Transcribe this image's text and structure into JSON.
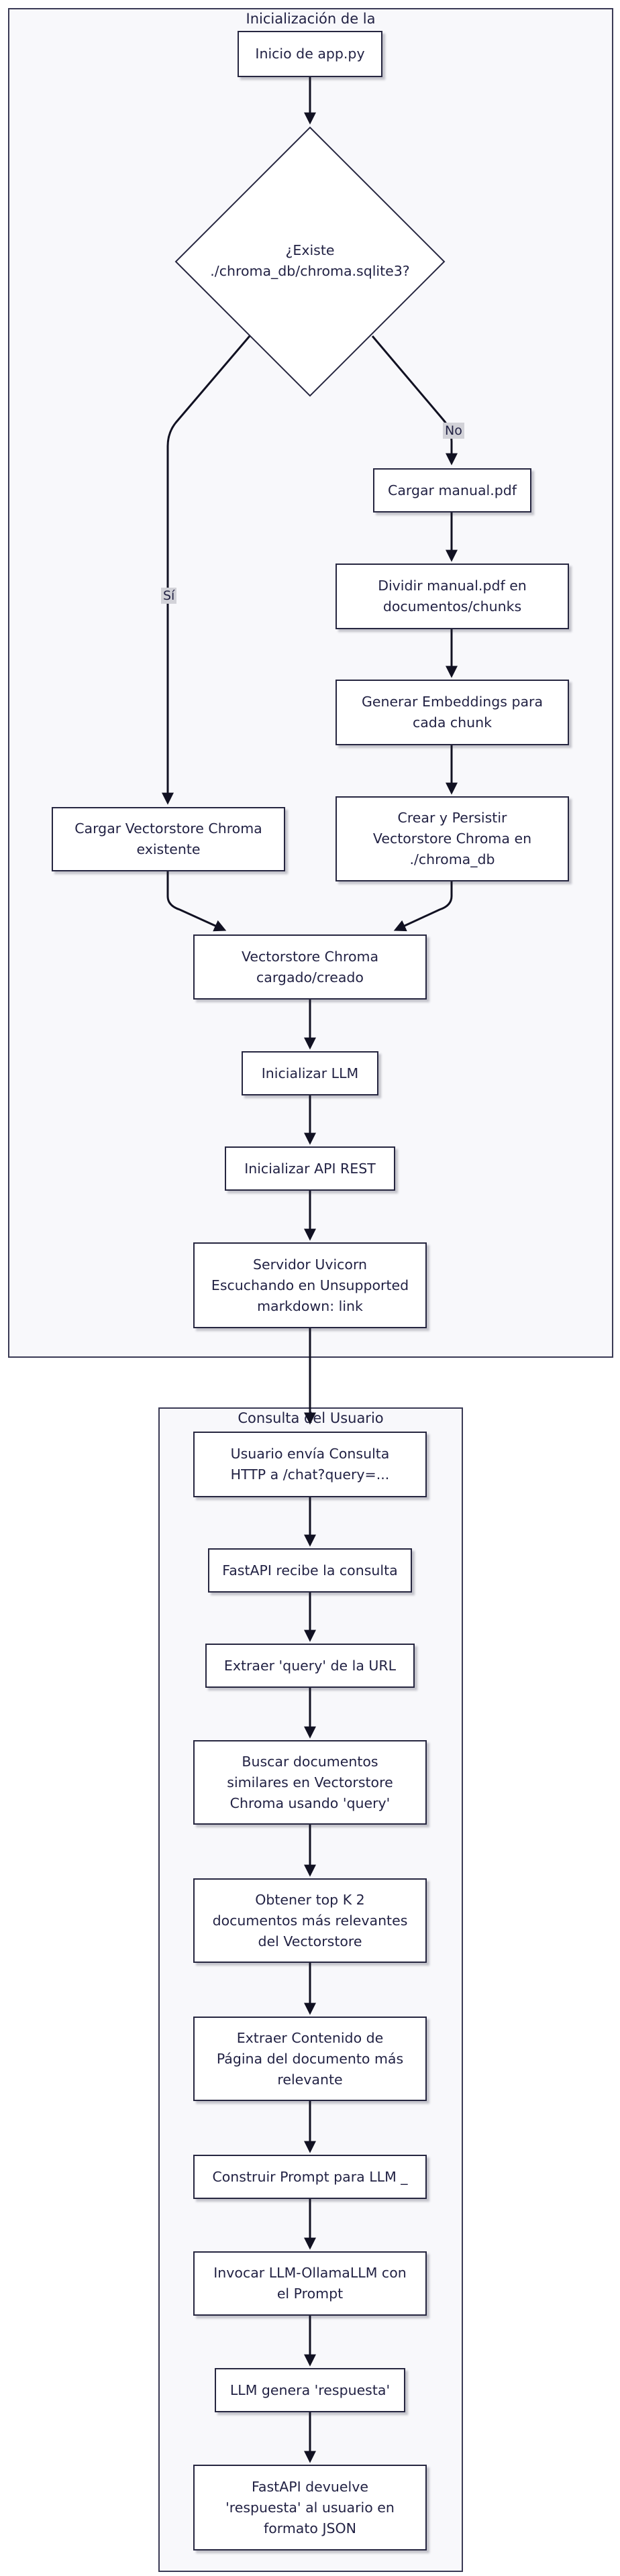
{
  "subgraphs": {
    "init": {
      "title": "Inicialización de la"
    },
    "query": {
      "title": "Consulta del Usuario"
    }
  },
  "nodes": {
    "start": "Inicio de app.py",
    "decision": "¿Existe\n./chroma_db/chroma.sqlite3?",
    "load_pdf": "Cargar manual.pdf",
    "split": "Dividir manual.pdf en\ndocumentos/chunks",
    "embed": "Generar Embeddings para\ncada chunk",
    "persist": "Crear y Persistir\nVectorstore Chroma en\n./chroma_db",
    "load_existing": "Cargar Vectorstore Chroma\nexistente",
    "vs_ready": "Vectorstore Chroma\ncargado/creado",
    "init_llm": "Inicializar LLM",
    "init_api": "Inicializar API REST",
    "server": "Servidor Uvicorn\nEscuchando en Unsupported\nmarkdown: link",
    "user_sends": "Usuario envía Consulta\nHTTP a /chat?query=...",
    "fastapi_recv": "FastAPI recibe la consulta",
    "extract_query": "Extraer 'query' de la URL",
    "search": "Buscar documentos\nsimilares en Vectorstore\nChroma usando 'query'",
    "topk": "Obtener top K 2\ndocumentos más relevantes\ndel Vectorstore",
    "extract_content": "Extraer Contenido de\nPágina del documento más\nrelevante",
    "build_prompt": "Construir Prompt para LLM _",
    "invoke": "Invocar LLM-OllamaLLM con\nel Prompt",
    "generate": "LLM genera 'respuesta'",
    "return": "FastAPI devuelve\n'respuesta' al usuario en\nformato JSON"
  },
  "edge_labels": {
    "no": "No",
    "si": "Sí"
  }
}
